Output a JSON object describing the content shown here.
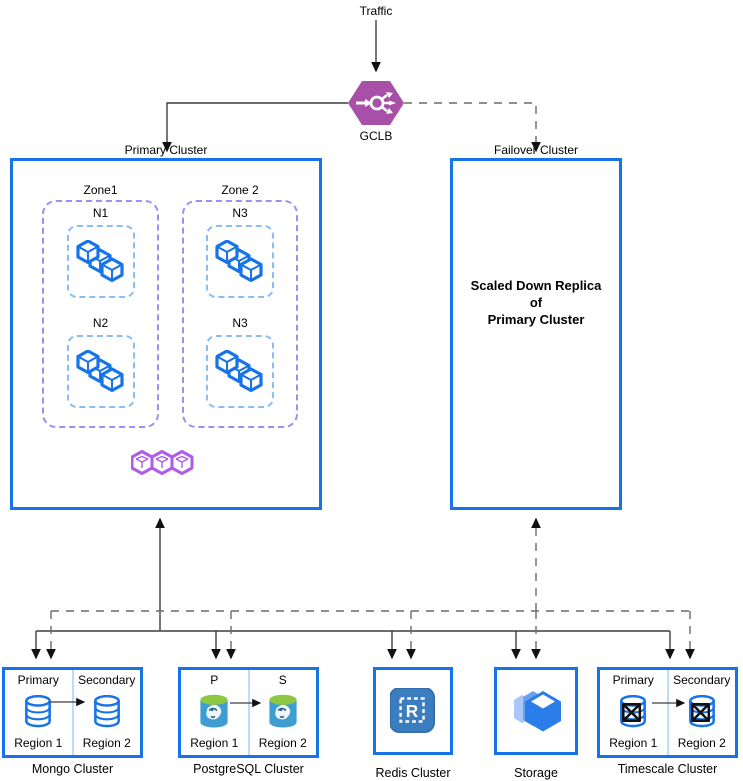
{
  "nodes": {
    "traffic": {
      "label": "Traffic"
    },
    "gclb": {
      "label": "GCLB",
      "icon": "load-balancer-icon"
    },
    "primary_cluster": {
      "label": "Primary Cluster",
      "zones": [
        {
          "label": "Zone1",
          "nodes": [
            "N1",
            "N2"
          ]
        },
        {
          "label": "Zone 2",
          "nodes": [
            "N3",
            "N3"
          ]
        }
      ],
      "pods_icon": "kubernetes-pods-icon"
    },
    "failover_cluster": {
      "label": "Failover Cluster",
      "description_lines": [
        "Scaled Down Replica",
        "of",
        "Primary Cluster"
      ]
    },
    "mongo": {
      "caption": "Mongo Cluster",
      "left": {
        "role": "Primary",
        "region": "Region 1"
      },
      "right": {
        "role": "Secondary",
        "region": "Region 2"
      }
    },
    "postgres": {
      "caption": "PostgreSQL Cluster",
      "left": {
        "role": "P",
        "region": "Region 1"
      },
      "right": {
        "role": "S",
        "region": "Region 2"
      }
    },
    "redis": {
      "caption": "Redis Cluster",
      "icon_letter": "R"
    },
    "storage": {
      "caption": "Storage"
    },
    "timescale": {
      "caption": "Timescale Cluster",
      "left": {
        "role": "Primary",
        "region": "Region 1"
      },
      "right": {
        "role": "Secondary",
        "region": "Region 2"
      }
    }
  },
  "colors": {
    "cluster_border": "#1673e8",
    "zone_dashed": "#9a8ff2",
    "node_dashed": "#8bbdf4",
    "cube_blue": "#1673e8",
    "pods_purple": "#b05ce6",
    "gclb_purple": "#a84fa8",
    "edge_solid": "#3d3d3d",
    "edge_dashed": "#6a6a6a",
    "half_divider": "#bcdcf7",
    "postgres_green": "#8fc742",
    "postgres_blue": "#3e9ed2",
    "redis_blue": "#3c7dc0",
    "storage_blue": "#2b7de9"
  }
}
